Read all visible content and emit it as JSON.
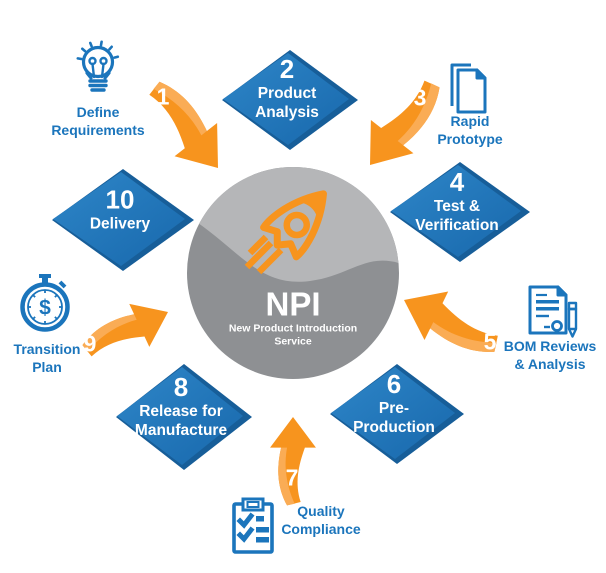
{
  "colors": {
    "blue": "#1B75BC",
    "blue_dark": "#175E99",
    "orange": "#F7941E",
    "gray_light": "#B5B6B8",
    "gray_dark": "#8E9093",
    "text_white": "#FFFFFF"
  },
  "center": {
    "acronym": "NPI",
    "subtitle_line1": "New Product Introduction",
    "subtitle_line2": "Service",
    "icon": "rocket-icon"
  },
  "diamonds": [
    {
      "num": "2",
      "lines": [
        "Product",
        "Analysis"
      ]
    },
    {
      "num": "4",
      "lines": [
        "Test &",
        "Verification"
      ]
    },
    {
      "num": "6",
      "lines": [
        "Pre-",
        "Production"
      ]
    },
    {
      "num": "8",
      "lines": [
        "Release for",
        "Manufacture"
      ]
    },
    {
      "num": "10",
      "lines": [
        "Delivery"
      ]
    }
  ],
  "arrows": [
    {
      "num": "1"
    },
    {
      "num": "3"
    },
    {
      "num": "5"
    },
    {
      "num": "7"
    },
    {
      "num": "9"
    }
  ],
  "icon_steps": [
    {
      "icon": "lightbulb-icon",
      "lines": [
        "Define",
        "Requirements"
      ]
    },
    {
      "icon": "documents-icon",
      "lines": [
        "Rapid",
        "Prototype"
      ]
    },
    {
      "icon": "document-pen-icon",
      "lines": [
        "BOM Reviews",
        "& Analysis"
      ]
    },
    {
      "icon": "clipboard-checklist-icon",
      "lines": [
        "Quality",
        "Compliance"
      ]
    },
    {
      "icon": "stopwatch-dollar-icon",
      "lines": [
        "Transition",
        "Plan"
      ]
    }
  ],
  "glyphs": {
    "dollar": "$"
  }
}
